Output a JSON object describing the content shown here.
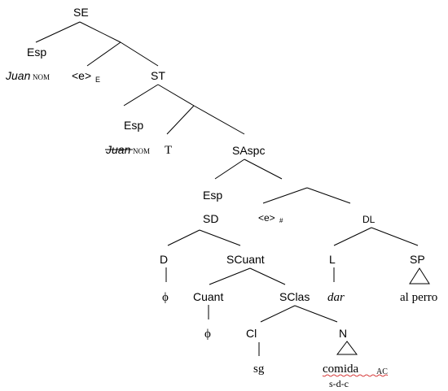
{
  "tree": {
    "SE": "SE",
    "esp1": "Esp",
    "juan1": "Juan",
    "nom1": "NOM",
    "e_E": "<e>",
    "e_E_sub": "E",
    "ST": "ST",
    "esp2": "Esp",
    "juan2": "Juan",
    "nom2": "NOM",
    "T": "T",
    "SAspc": "SAspc",
    "esp3": "Esp",
    "SD": "SD",
    "e_hash": "<e>",
    "e_hash_sub": "#",
    "DL": "DL",
    "D": "D",
    "SCuant": "SCuant",
    "L": "L",
    "SP": "SP",
    "phi1": "ϕ",
    "Cuant": "Cuant",
    "SClas": "SClas",
    "dar": "dar",
    "al_perro": "al perro",
    "phi2": "ϕ",
    "Cl": "Cl",
    "N": "N",
    "sg": "sg",
    "comida": "comida",
    "ac": "AC",
    "sdc": "s-d-c"
  }
}
